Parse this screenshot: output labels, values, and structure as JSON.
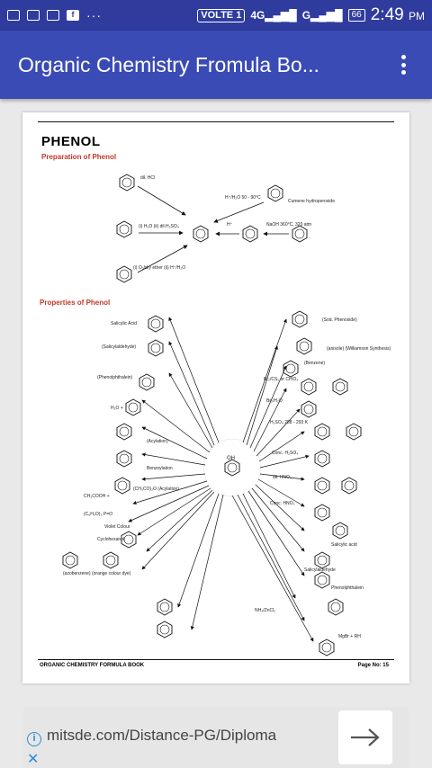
{
  "status_bar": {
    "left_icons": [
      "sim-icon",
      "image-icon",
      "camera-icon",
      "facebook-icon"
    ],
    "dots": "···",
    "volte": "VOLTE 1",
    "signal1": "4G",
    "signal2": "G",
    "battery": "66",
    "time": "2:49",
    "ampm": "PM"
  },
  "app_bar": {
    "title": "Organic Chemistry Fromula Bo..."
  },
  "document": {
    "heading": "PHENOL",
    "preparation_title": "Preparation of Phenol",
    "properties_title": "Properties of Phenol",
    "footer_left": "ORGANIC CHEMISTRY FORMULA BOOK",
    "footer_right": "Page No: 15",
    "prep_labels": {
      "dil_hcl": "dil. HCl",
      "temp_conditions": "H⁺/H₂O 50 - 90°C",
      "cumene": "Cumene hydroperoxide",
      "h2o_step": "(i) H₂O (ii) dil.H₂SO₄",
      "h_plus": "H⁺",
      "naoh_cond": "NaOH 360°C, 320 atm",
      "mgbr_step": "(i) O₂/dry ether (ii) H⁺/H₂O"
    },
    "prop_labels_left": [
      "Salicylic Acid",
      "(Salicylaldehyde)",
      "(Phenolphthalein)",
      "H₂O +",
      "(Acylation)",
      "Benzoylation",
      "(CH₃CO)₂O (Acylation)",
      "CH₃COOH +",
      "(C₆H₅O)₃ P=O",
      "Violet Colour",
      "Cyclohexanol",
      "(azobenzene) (orange colour dye)"
    ],
    "prop_labels_right": [
      "(Sod. Phenoxide)",
      "(anisole) (Williamson Synthesis)",
      "(Benzene)",
      "Br₂/CS₂ or CHCl₃",
      "Br₂/H₂O",
      "H₂SO₄ 288 - 293 K",
      "Conc. H₂SO₄",
      "dil. HNO₃",
      "Conc. HNO₃",
      "Salicylic acid",
      "Salicylaldehyde",
      "Phenolphthalein",
      "NH₃/ZnCl₂",
      "MgBr + RH"
    ],
    "center_label": "OH"
  },
  "ad": {
    "text": "mitsde.com/Distance-PG/Diploma",
    "info_icon": "info-icon",
    "close_icon": "close-icon",
    "arrow_icon": "arrow-right-icon"
  }
}
